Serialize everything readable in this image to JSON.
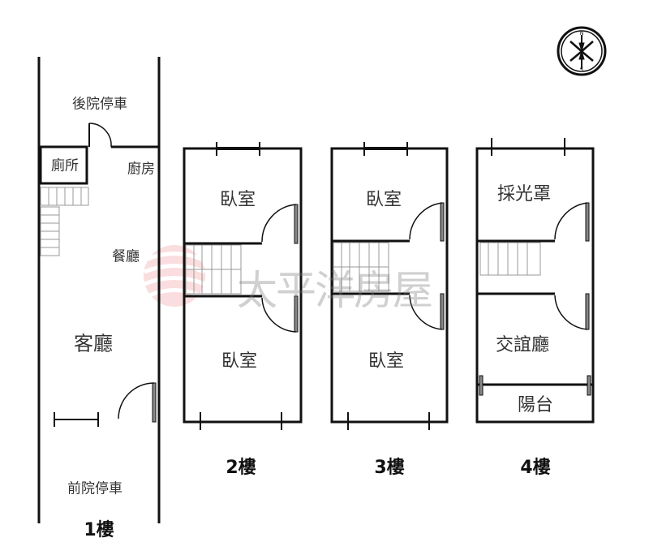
{
  "watermark": {
    "brand": "太平洋房屋",
    "color": "#e8434a"
  },
  "floor1": {
    "title": "1樓",
    "rooms": {
      "rear_parking": "後院停車",
      "toilet": "廁所",
      "kitchen": "廚房",
      "dining": "餐廳",
      "living": "客廳",
      "front_parking": "前院停車"
    }
  },
  "floor2": {
    "title": "2樓",
    "rooms": {
      "bedroom_top": "臥室",
      "bedroom_bottom": "臥室"
    }
  },
  "floor3": {
    "title": "3樓",
    "rooms": {
      "bedroom_top": "臥室",
      "bedroom_bottom": "臥室"
    }
  },
  "floor4": {
    "title": "4樓",
    "rooms": {
      "skylight": "採光罩",
      "lounge": "交誼廳",
      "balcony": "陽台"
    }
  },
  "compass": {
    "north": "N",
    "south": "S"
  }
}
